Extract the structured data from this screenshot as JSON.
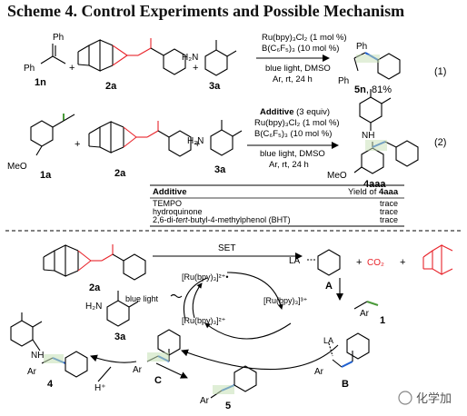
{
  "title": "Scheme 4. Control Experiments and Possible Mechanism",
  "colors": {
    "red": "#e8232a",
    "green_highlight": "#c5e0b4",
    "blue_bond": "#2060d0"
  },
  "reaction1": {
    "compound_1n": "1n",
    "compound_2a": "2a",
    "compound_3a": "3a",
    "amine": "H₂N",
    "ph": "Ph",
    "conditions": [
      "Ru(bpy)₃Cl₂ (1 mol %)",
      "B(C₆F₅)₃ (10 mol %)",
      "blue light, DMSO",
      "Ar, rt, 24 h"
    ],
    "product_label": "5n",
    "product_yield": ", 81%",
    "number": "(1)"
  },
  "reaction2": {
    "compound_1a": "1a",
    "compound_2a": "2a",
    "compound_3a": "3a",
    "meo": "MeO",
    "amine": "H₂N",
    "nh": "NH",
    "additive_line": "Additive",
    "additive_equiv": " (3 equiv)",
    "conditions": [
      "Ru(bpy)₃Cl₂ (1 mol %)",
      "B(C₆F₅)₃ (10 mol %)",
      "blue light, DMSO",
      "Ar, rt, 24 h"
    ],
    "product_label": "4aaa",
    "number": "(2)"
  },
  "table": {
    "col_additive": "Additive",
    "col_yield": "Yield of ",
    "col_yield_bold": "4aaa",
    "rows": [
      {
        "additive": "TEMPO",
        "yield": "trace"
      },
      {
        "additive": "hydroquinone",
        "yield": "trace"
      },
      {
        "additive_pre": "2,6-di-",
        "additive_ital": "tert",
        "additive_post": "-butyl-4-methylphenol (BHT)",
        "yield": "trace"
      }
    ]
  },
  "mechanism": {
    "label_2a": "2a",
    "set": "SET",
    "la": "LA",
    "label_A": "A",
    "plus1": "+",
    "co2": "CO₂",
    "plus2": "+",
    "ru_excited": "[Ru(bpy)₃]²⁺•",
    "ru_3plus": "[Ru(bpy)₃]³⁺",
    "ru_2plus": "[Ru(bpy)₃]²⁺",
    "blue_light": "blue light",
    "ar": "Ar",
    "label_1": "1",
    "label_3a": "3a",
    "amine": "H₂N",
    "nh": "NH",
    "label_4": "4",
    "h_plus": "H⁺",
    "label_C": "C",
    "label_B": "B",
    "label_5": "5",
    "la_B": "LA",
    "watermark": "化学加"
  }
}
